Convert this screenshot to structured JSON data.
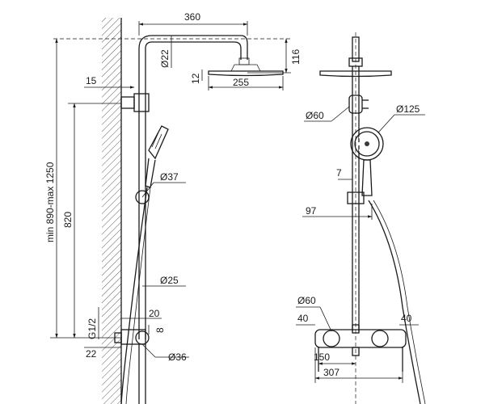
{
  "side_view": {
    "arm_length": "360",
    "arm_diameter": "Ø22",
    "head_height": "116",
    "head_thickness": "12",
    "head_width": "255",
    "wall_offset": "15",
    "total_height": "min 890-max 1250",
    "rail_height": "820",
    "holder_diameter": "Ø37",
    "rail_diameter": "Ø25",
    "thread": "G1/2",
    "mixer_offset": "20",
    "mixer_gap": "8",
    "inlet_offset": "22",
    "mixer_diameter": "Ø36"
  },
  "front_view": {
    "joint_diameter": "Ø60",
    "handshower_diameter": "Ø125",
    "holder_offset": "7",
    "holder_distance": "97",
    "handle_diameter": "Ø60",
    "handle_offset_left": "40",
    "handle_offset_right": "40",
    "inlet_spacing": "150",
    "mixer_width": "307"
  }
}
